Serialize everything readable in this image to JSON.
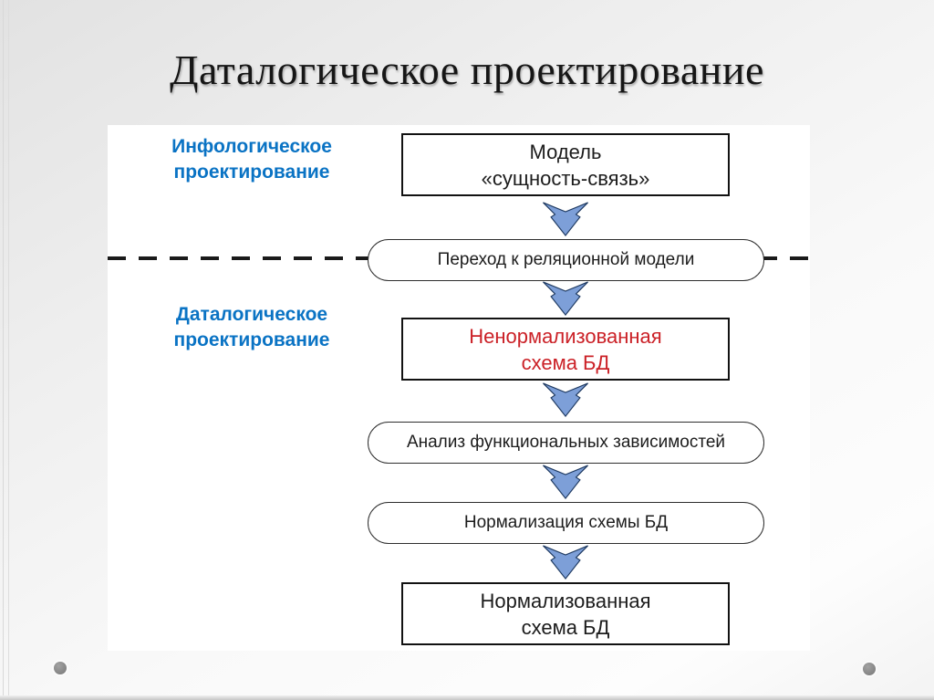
{
  "slide": {
    "title": "Даталогическое проектирование"
  },
  "stage_labels": {
    "top": "Инфологическое проектирование",
    "bottom": "Даталогическое проектирование"
  },
  "flow": {
    "nodes": [
      {
        "label": "Модель\n«сущность-связь»",
        "shape": "rect",
        "text_color": "#1c1c1c"
      },
      {
        "label": "Переход к реляционной модели",
        "shape": "stadium",
        "text_color": "#1c1c1c"
      },
      {
        "label": "Ненормализованная\nсхема БД",
        "shape": "rect",
        "text_color": "#cb2127"
      },
      {
        "label": "Анализ функциональных зависимостей",
        "shape": "stadium",
        "text_color": "#1c1c1c"
      },
      {
        "label": "Нормализация схемы БД",
        "shape": "stadium",
        "text_color": "#1c1c1c"
      },
      {
        "label": "Нормализованная\nсхема БД",
        "shape": "rect",
        "text_color": "#1c1c1c"
      }
    ],
    "arrow_icon": "down-arrow-icon",
    "arrow_count": 5
  },
  "colors": {
    "stage_label_blue": "#0a73c4",
    "highlight_red": "#cb2127",
    "arrow_fill": "#7d9fd8",
    "arrow_outline": "#1f3a61",
    "box_border": "#121212",
    "dashed_line": "#1a1a1a",
    "panel_background": "#ffffff",
    "slide_background": "#efefef",
    "dot_gray": "#8c8c8c"
  },
  "decorations": {
    "bullet_dot_count": 2
  }
}
